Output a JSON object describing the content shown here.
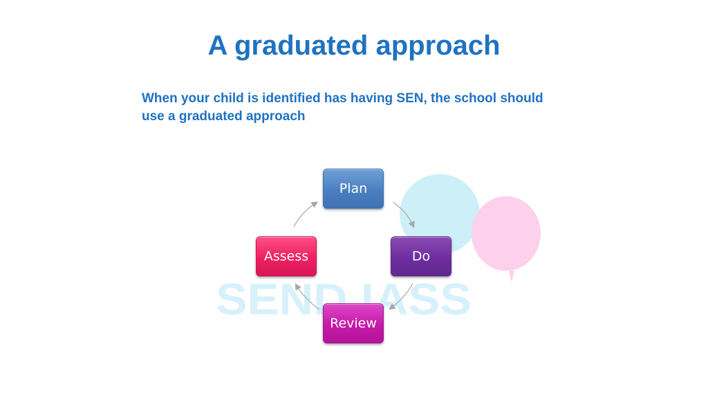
{
  "slide": {
    "title": "A graduated approach",
    "subtitle": "When your child is identified has having SEN, the school should use a graduated approach"
  },
  "cycle": {
    "nodes": [
      {
        "label": "Plan",
        "color": "#4a7fc1"
      },
      {
        "label": "Do",
        "color": "#6d2d9e"
      },
      {
        "label": "Review",
        "color": "#c619a8"
      },
      {
        "label": "Assess",
        "color": "#ee1f63"
      }
    ],
    "arrow_color": "#a6a6a6"
  },
  "watermark": {
    "text": "SEND IASS",
    "text_color": "#d6f1fa",
    "balloon_colors": [
      "#cdeff7",
      "#fdd0ec"
    ]
  }
}
